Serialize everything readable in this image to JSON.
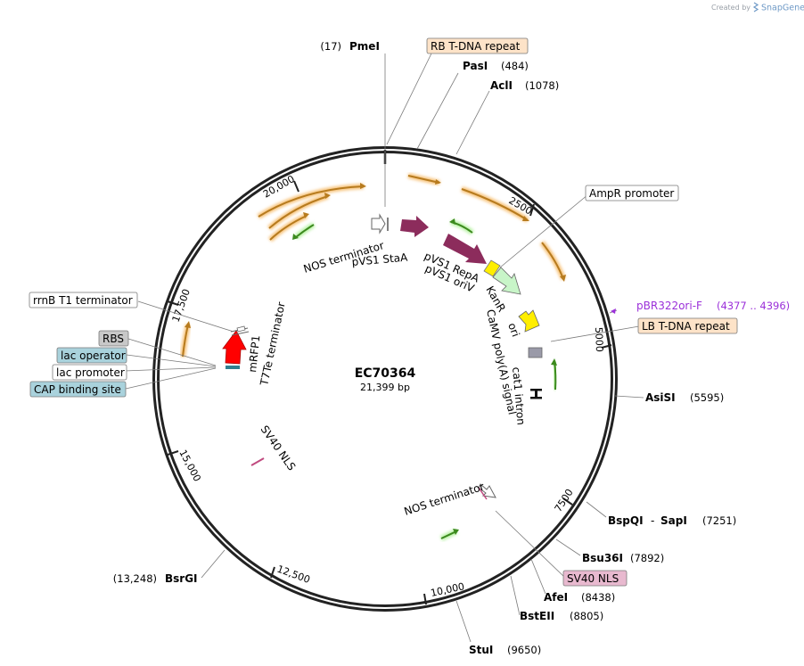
{
  "credit": {
    "prefix": "Created by",
    "brand": "SnapGene",
    "brand_icon": "snapgene-logo-icon"
  },
  "plasmid": {
    "name": "EC70364",
    "size_label": "21,399 bp"
  },
  "ticks": [
    {
      "label": "2500"
    },
    {
      "label": "5000"
    },
    {
      "label": "7500"
    },
    {
      "label": "10,000"
    },
    {
      "label": "12,500"
    },
    {
      "label": "15,000"
    },
    {
      "label": "17,500"
    },
    {
      "label": "20,000"
    }
  ],
  "sites": [
    {
      "name": "PmeI",
      "coord": "(17)"
    },
    {
      "name": "PasI",
      "coord": "(484)"
    },
    {
      "name": "AclI",
      "coord": "(1078)"
    },
    {
      "name": "AsiSI",
      "coord": "(5595)"
    },
    {
      "name": "BspQI",
      "name2": "SapI",
      "sep": "-",
      "coord": "(7251)"
    },
    {
      "name": "Bsu36I",
      "coord": "(7892)"
    },
    {
      "name": "AfeI",
      "coord": "(8438)"
    },
    {
      "name": "BstEII",
      "coord": "(8805)"
    },
    {
      "name": "StuI",
      "coord": "(9650)"
    },
    {
      "name": "BsrGI",
      "coord": "(13,248)"
    }
  ],
  "boxed": [
    {
      "label": "RB T-DNA repeat",
      "color": "#fde3c8"
    },
    {
      "label": "AmpR promoter",
      "color": "#ffffff"
    },
    {
      "label": "LB T-DNA repeat",
      "color": "#fde3c8"
    },
    {
      "label": "SV40 NLS",
      "color": "#e8b9cf"
    },
    {
      "label": "rrnB T1 terminator",
      "color": "#ffffff"
    },
    {
      "label": "RBS",
      "color": "#c8c8c8"
    },
    {
      "label": "lac operator",
      "color": "#a9d2dc"
    },
    {
      "label": "lac promoter",
      "color": "#ffffff"
    },
    {
      "label": "CAP binding site",
      "color": "#a9d2dc"
    }
  ],
  "primer": {
    "label": "pBR322ori-F",
    "coord": "(4377 .. 4396)",
    "color": "#9b30d9"
  },
  "inner": {
    "nos1": "NOS terminator",
    "stA": "pVS1 StaA",
    "repA": "pVS1 RepA",
    "oriV": "pVS1 oriV",
    "kanR": "KanR",
    "ori": "ori",
    "camv": "CaMV poly(A) signal",
    "cat1": "cat1 intron",
    "t7te": "T7Te terminator",
    "mrfp1": "mRFP1",
    "sv40": "SV40 NLS",
    "nos2": "NOS terminator"
  },
  "colors": {
    "backbone": "#222222",
    "orange_feature": "#b77b1e",
    "green_feature": "#3c8a1e",
    "repA": "#8c2c5c",
    "kanR": "#c8f5c8",
    "ori": "#ffee00",
    "mrfp1": "#ff0000",
    "lac": "#2f7f8f"
  }
}
